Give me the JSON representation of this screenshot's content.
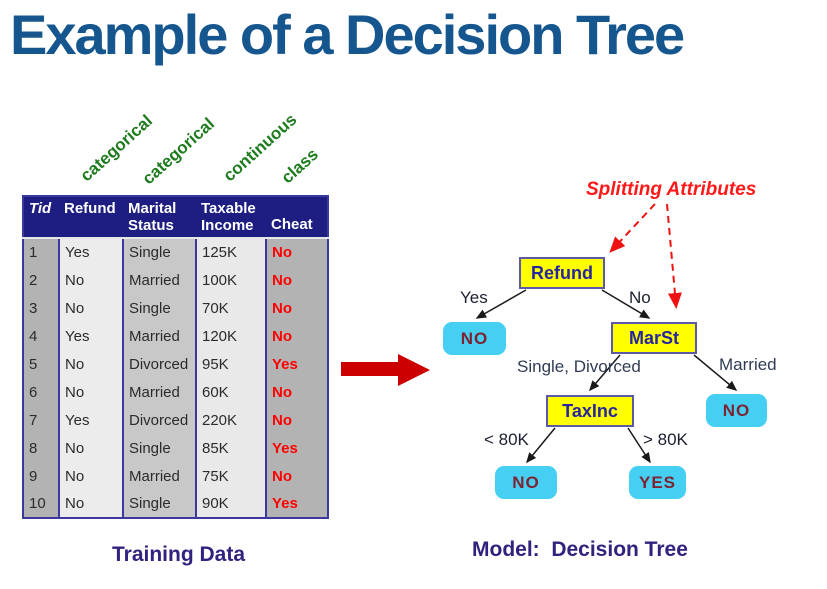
{
  "slide": {
    "title": "Example of a Decision Tree"
  },
  "attribute_type_labels": [
    "categorical",
    "categorical",
    "continuous",
    "class"
  ],
  "table": {
    "headers": [
      "Tid",
      "Refund",
      "Marital Status",
      "Taxable Income",
      "Cheat"
    ],
    "rows": [
      [
        "1",
        "Yes",
        "Single",
        "125K",
        "No"
      ],
      [
        "2",
        "No",
        "Married",
        "100K",
        "No"
      ],
      [
        "3",
        "No",
        "Single",
        "70K",
        "No"
      ],
      [
        "4",
        "Yes",
        "Married",
        "120K",
        "No"
      ],
      [
        "5",
        "No",
        "Divorced",
        "95K",
        "Yes"
      ],
      [
        "6",
        "No",
        "Married",
        "60K",
        "No"
      ],
      [
        "7",
        "Yes",
        "Divorced",
        "220K",
        "No"
      ],
      [
        "8",
        "No",
        "Single",
        "85K",
        "Yes"
      ],
      [
        "9",
        "No",
        "Married",
        "75K",
        "No"
      ],
      [
        "10",
        "No",
        "Single",
        "90K",
        "Yes"
      ]
    ],
    "caption": "Training Data"
  },
  "tree": {
    "annotation": "Splitting Attributes",
    "nodes": {
      "refund": "Refund",
      "marst": "MarSt",
      "taxinc": "TaxInc",
      "leaf_no_refund_yes": "NO",
      "leaf_no_married": "NO",
      "leaf_no_low_income": "NO",
      "leaf_yes_high_income": "YES"
    },
    "edge_labels": {
      "yes": "Yes",
      "no": "No",
      "single_divorced": "Single, Divorced",
      "married": "Married",
      "lt_80k": "< 80K",
      "gt_80k": "> 80K"
    },
    "caption": "Model:  Decision Tree"
  },
  "colors": {
    "title_blue": "#15568F",
    "header_navy": "#1E1E82",
    "type_label_green": "#1E7C1E",
    "cheat_red": "#FF0000",
    "annotation_red": "#FF1A1A",
    "arrow_red": "#CC0000",
    "node_yellow": "#FFFF00",
    "leaf_cyan": "#45CFF2",
    "node_text_navy": "#26269E",
    "leaf_text_maroon": "#7D2332",
    "caption_purple": "#32217D"
  }
}
